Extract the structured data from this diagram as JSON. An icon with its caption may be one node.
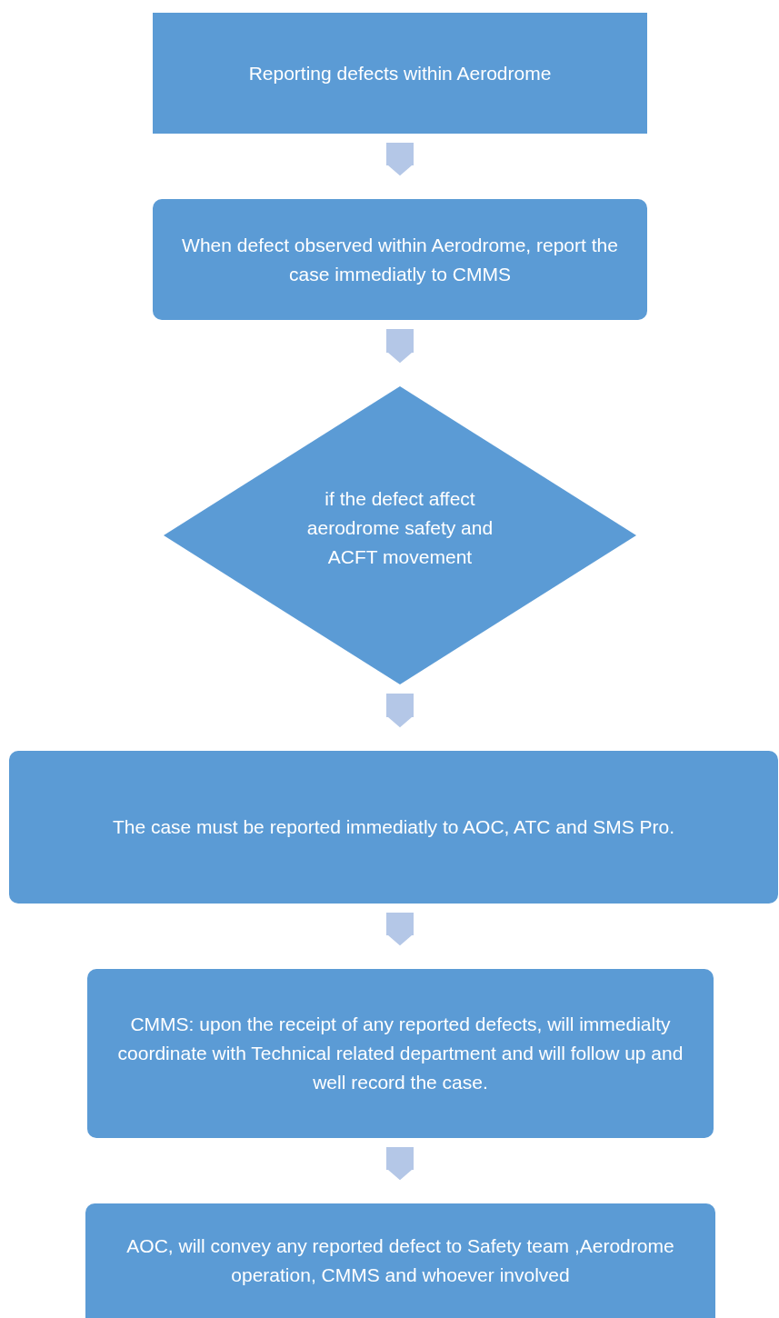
{
  "diagram": {
    "nodes": [
      {
        "text": [
          "Reporting defects within Aerodrome"
        ]
      },
      {
        "text": [
          "When defect observed within Aerodrome, report the case immediatly to CMMS"
        ]
      },
      {
        "text": [
          "if the defect affect aerodrome safety and ACFT movement"
        ]
      },
      {
        "text": [
          "The case must be reported immediatly to AOC, ATC and SMS Pro."
        ]
      },
      {
        "text": [
          "CMMS: upon the receipt of any reported defects, will immedialty coordinate with Technical related department and will follow up and well record the case."
        ]
      },
      {
        "text": [
          "AOC, will convey any reported defect to Safety team ,Aerodrome operation, CMMS and whoever involved"
        ]
      }
    ],
    "edges": [
      {
        "from": 0,
        "to": 1,
        "arrow": "to"
      },
      {
        "from": 1,
        "to": 2,
        "arrow": "to"
      },
      {
        "from": 2,
        "to": 3,
        "arrow": "to"
      },
      {
        "from": 3,
        "to": 4,
        "arrow": "to"
      },
      {
        "from": 4,
        "to": 5,
        "arrow": "to"
      }
    ]
  }
}
